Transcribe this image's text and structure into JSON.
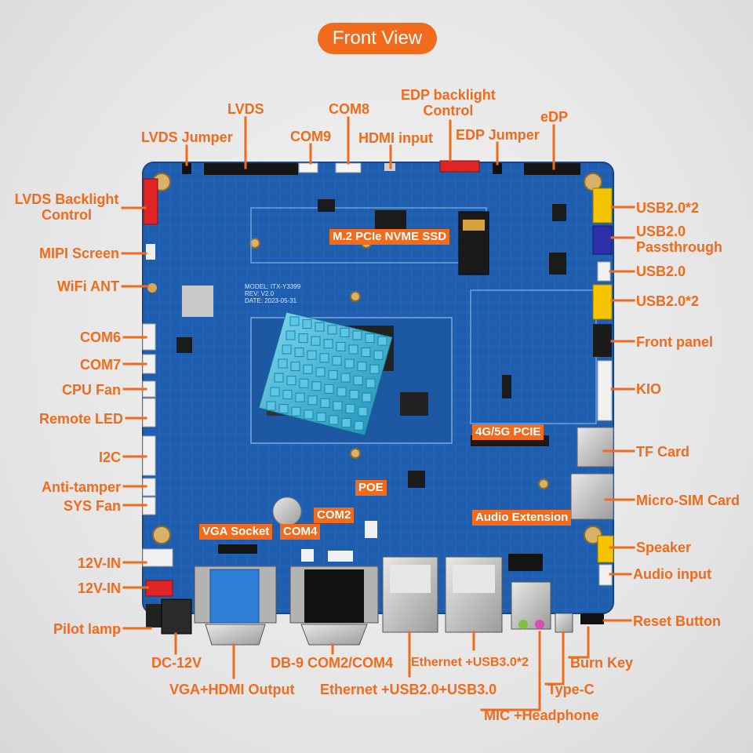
{
  "title": "Front View",
  "board": {
    "model": "MODEL: ITX-Y3399",
    "rev": "REV: V2.0",
    "date": "DATE: 2023-05-31"
  },
  "colors": {
    "accent": "#f26a1b",
    "board": "#1f5fae",
    "heatsink": "#39b6d8",
    "port_yellow": "#f5c400",
    "port_red": "#e02424",
    "vga_blue": "#2f7fd6"
  },
  "labels": {
    "lvds": "LVDS",
    "com8": "COM8",
    "edp_backlight": "EDP backlight\nControl",
    "edp": "eDP",
    "lvds_jumper": "LVDS Jumper",
    "com9": "COM9",
    "hdmi_input": "HDMI input",
    "edp_jumper": "EDP Jumper",
    "lvds_backlight": "LVDS Backlight\nControl",
    "mipi_screen": "MIPI Screen",
    "wifi_ant": "WiFi ANT",
    "com6": "COM6",
    "com7": "COM7",
    "cpu_fan": "CPU Fan",
    "remote_led": "Remote LED",
    "i2c": "I2C",
    "anti_tamper": "Anti-tamper",
    "sys_fan": "SYS Fan",
    "vin1": "12V-IN",
    "vin2": "12V-IN",
    "pilot_lamp": "Pilot lamp",
    "usb20x2_a": "USB2.0*2",
    "usb20_passthrough": "USB2.0\nPassthrough",
    "usb20": "USB2.0",
    "usb20x2_b": "USB2.0*2",
    "front_panel": "Front panel",
    "kio": "KIO",
    "tf_card": "TF Card",
    "micro_sim": "Micro-SIM Card",
    "speaker": "Speaker",
    "audio_input": "Audio input",
    "reset_button": "Reset Button",
    "burn_key": "Burn Key",
    "type_c": "Type-C",
    "mic_headphone": "MIC +Headphone",
    "dc12v": "DC-12V",
    "vga_hdmi_output": "VGA+HDMI Output",
    "db9": "DB-9 COM2/COM4",
    "eth_usb30x2": "Ethernet +USB3.0*2",
    "eth_usb20_usb30": "Ethernet +USB2.0+USB3.0"
  },
  "tags": {
    "m2_ssd": "M.2 PCIe NVME SSD",
    "pcie_4g5g": "4G/5G PCIE",
    "poe": "POE",
    "com2": "COM2",
    "vga_socket": "VGA Socket",
    "com4": "COM4",
    "audio_ext": "Audio Extension"
  }
}
